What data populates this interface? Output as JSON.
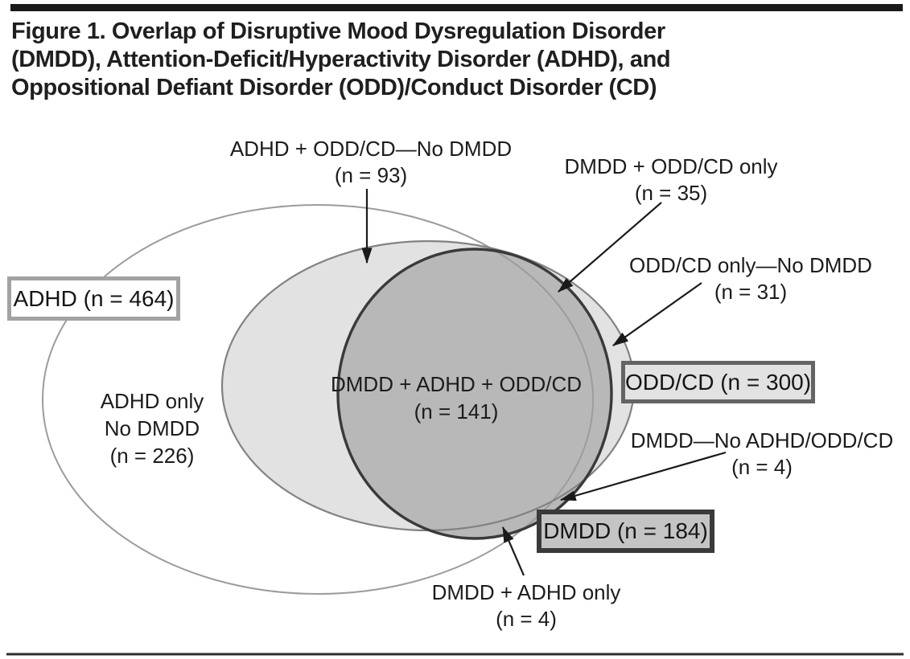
{
  "figure": {
    "title_lines": [
      "Figure 1. Overlap of Disruptive Mood Dysregulation Disorder",
      "(DMDD), Attention-Deficit/Hyperactivity Disorder (ADHD), and",
      "Oppositional Defiant Disorder (ODD)/Conduct Disorder (CD)"
    ]
  },
  "venn": {
    "sets": [
      {
        "id": "adhd",
        "label": "ADHD (n = 464)",
        "n": 464,
        "fill": "#ffffff",
        "stroke": "#9c9c9c",
        "box_fill": "#ffffff",
        "box_border": "#a2a2a2"
      },
      {
        "id": "oddcd",
        "label": "ODD/CD (n = 300)",
        "n": 300,
        "fill": "#e2e2e2",
        "stroke": "#828282",
        "box_fill": "#e2e2e2",
        "box_border": "#646464"
      },
      {
        "id": "dmdd",
        "label": "DMDD (n = 184)",
        "n": 184,
        "fill": "#b8b8b8",
        "stroke": "#3a3a3a",
        "box_fill": "#c4c4c4",
        "box_border": "#3a3a3a"
      }
    ],
    "regions": [
      {
        "l1": "ADHD + ODD/CD—No DMDD",
        "l2": "(n = 93)",
        "n": 93
      },
      {
        "l1": "DMDD + ODD/CD only",
        "l2": "(n = 35)",
        "n": 35
      },
      {
        "l1": "ODD/CD only—No DMDD",
        "l2": "(n = 31)",
        "n": 31
      },
      {
        "l1": "ADHD only",
        "l2": "No DMDD",
        "l3": "(n = 226)",
        "n": 226
      },
      {
        "l1": "DMDD + ADHD + ODD/CD",
        "l2": "(n = 141)",
        "n": 141
      },
      {
        "l1": "DMDD—No ADHD/ODD/CD",
        "l2": "(n = 4)",
        "n": 4
      },
      {
        "l1": "DMDD + ADHD only",
        "l2": "(n = 4)",
        "n": 4
      }
    ]
  },
  "palette": {
    "title_color": "#1f1f1f",
    "rule_color": "#1a1a1a",
    "arrow_color": "#1a1a1a",
    "label_color": "#1c1c1c"
  }
}
